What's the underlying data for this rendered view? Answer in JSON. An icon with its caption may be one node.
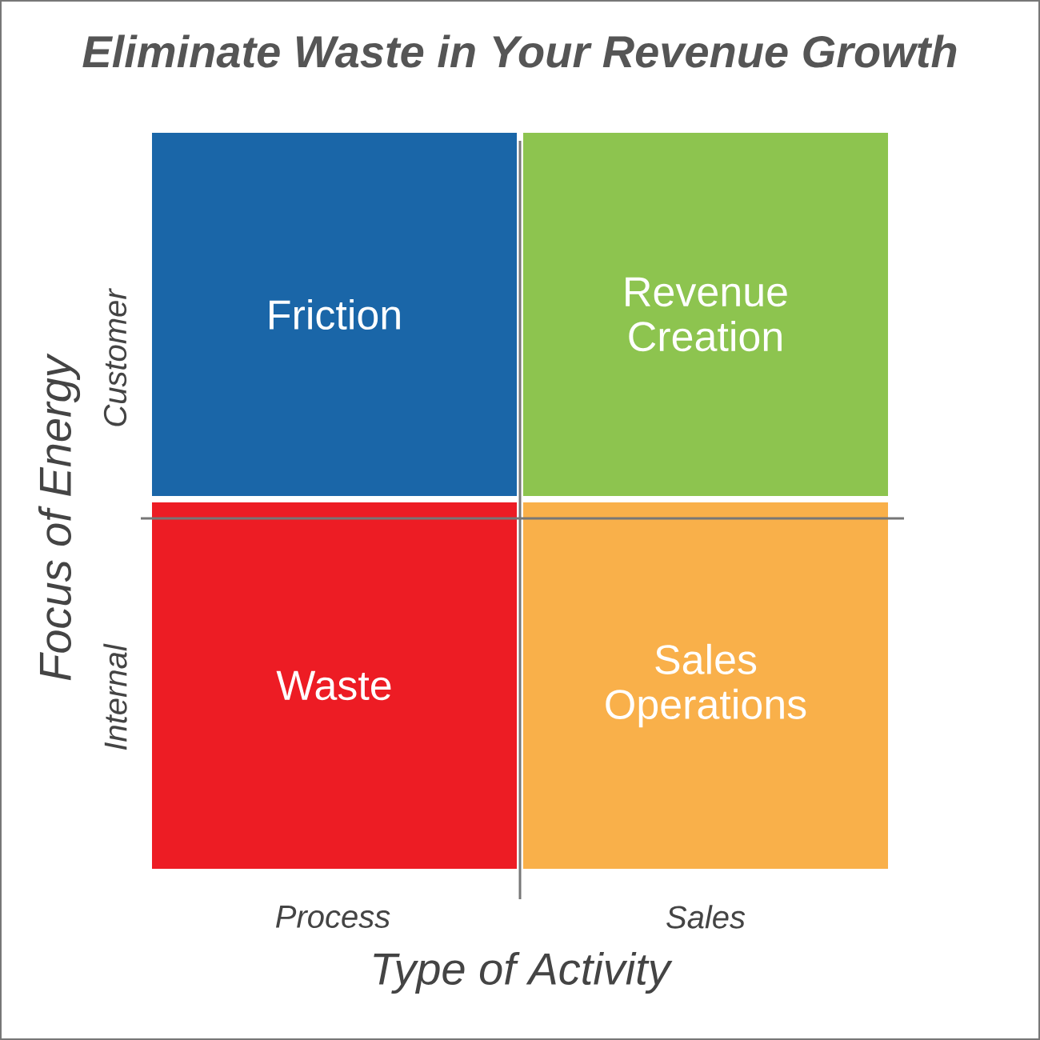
{
  "diagram": {
    "title": "Eliminate Waste in Your Revenue Growth",
    "nodes": [
      {
        "text": [
          "Friction"
        ]
      },
      {
        "text": [
          "Revenue Creation"
        ]
      },
      {
        "text": [
          "Waste"
        ]
      },
      {
        "text": [
          "Sales Operations"
        ]
      }
    ],
    "labels": [
      "Customer",
      "Focus of Energy",
      "Internal",
      "Process",
      "Sales",
      "Type of Activity"
    ]
  }
}
